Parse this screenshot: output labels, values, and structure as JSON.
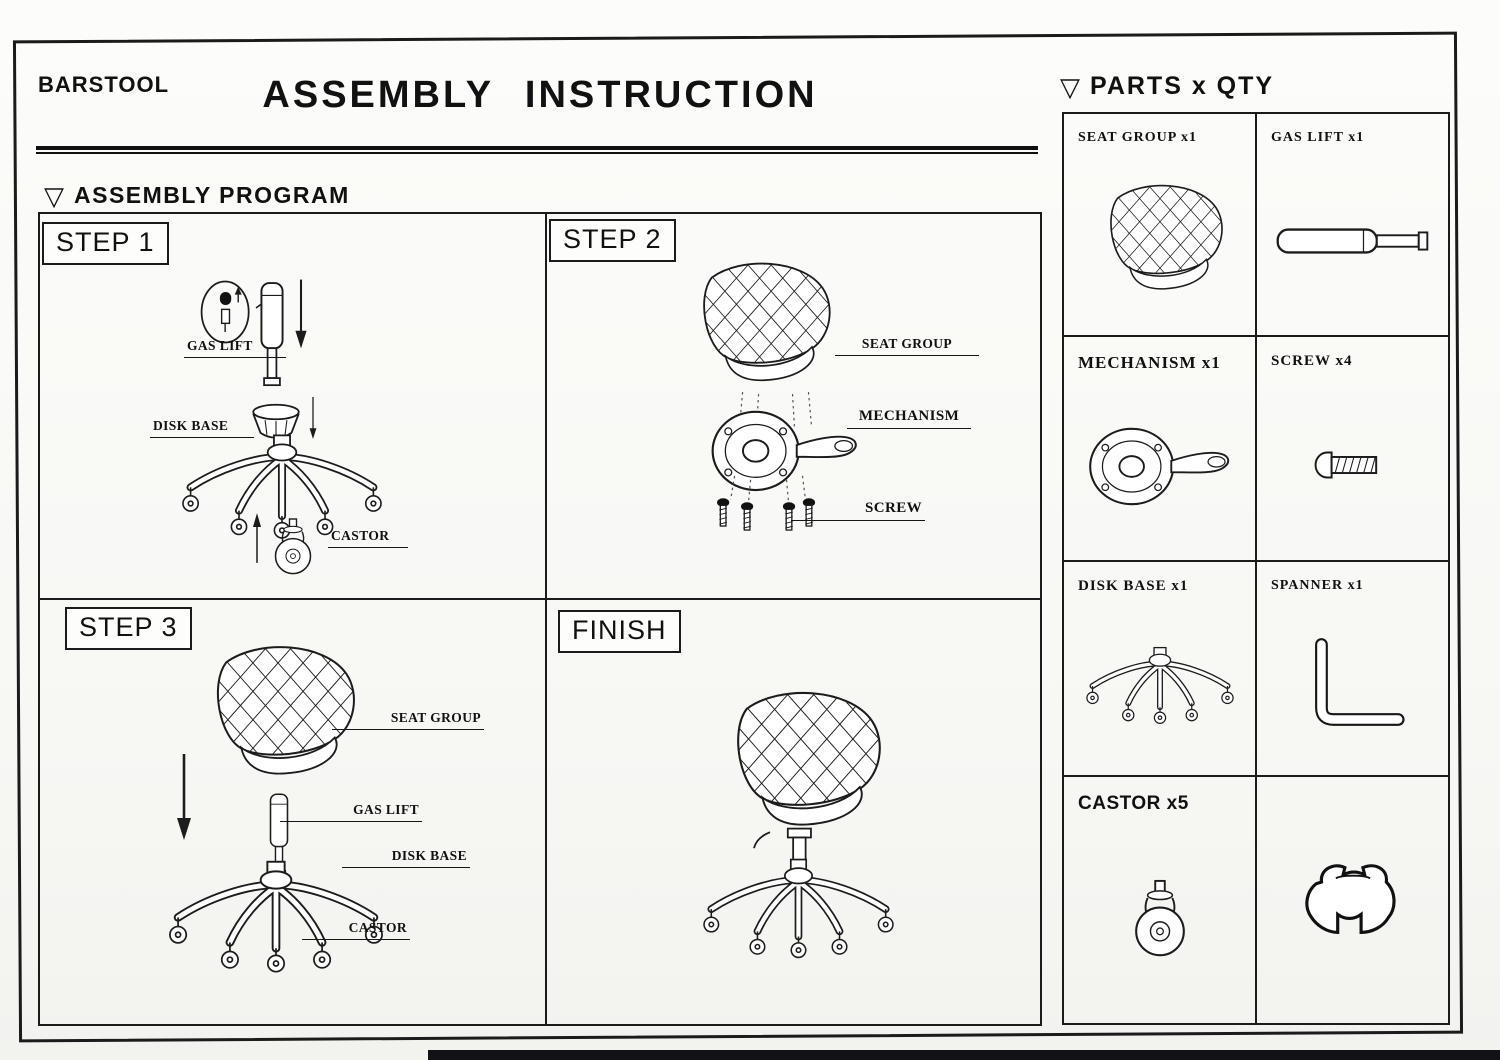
{
  "page": {
    "brand": "BARSTOOL",
    "title": "ASSEMBLY INSTRUCTION",
    "program_heading": "ASSEMBLY PROGRAM",
    "parts_heading": "PARTS x QTY",
    "triangle_icon": "▽"
  },
  "steps": {
    "step1": {
      "title": "STEP 1",
      "gas_lift_label": "GAS LIFT",
      "disk_base_label": "DISK BASE",
      "castor_label": "CASTOR"
    },
    "step2": {
      "title": "STEP 2",
      "seat_group_label": "SEAT GROUP",
      "mechanism_label": "MECHANISM",
      "screw_label": "SCREW"
    },
    "step3": {
      "title": "STEP 3",
      "seat_group_label": "SEAT GROUP",
      "gas_lift_label": "GAS LIFT",
      "disk_base_label": "DISK BASE",
      "castor_label": "CASTOR"
    },
    "finish": {
      "title": "FINISH"
    }
  },
  "parts": [
    {
      "label": "SEAT GROUP x1"
    },
    {
      "label": "GAS LIFT x1"
    },
    {
      "label": "MECHANISM x1"
    },
    {
      "label": "SCREW x4"
    },
    {
      "label": "DISK BASE x1"
    },
    {
      "label": "SPANNER x1"
    },
    {
      "label": "CASTOR x5"
    }
  ]
}
